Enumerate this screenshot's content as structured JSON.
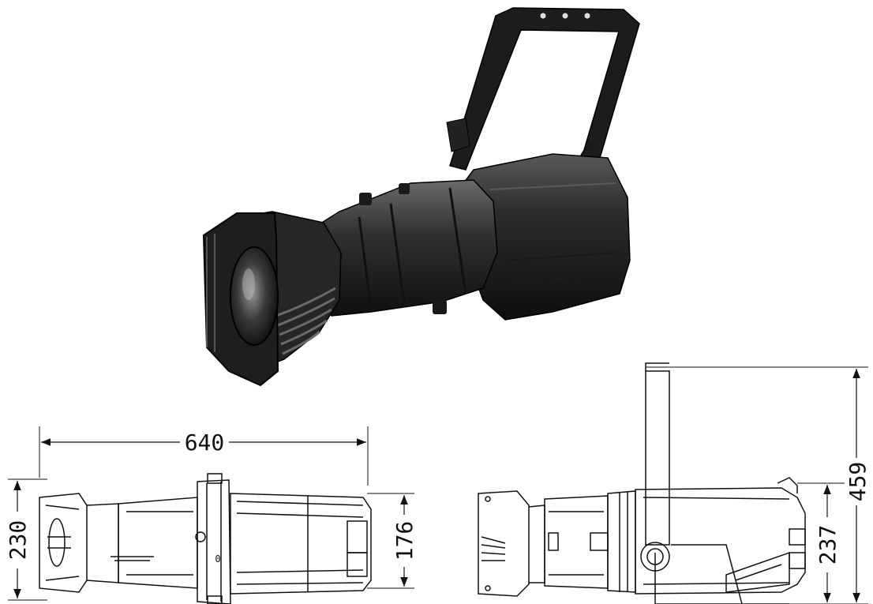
{
  "dimensions": {
    "length": "640",
    "height_front": "230",
    "height_inner": "176",
    "height_body": "237",
    "height_total": "459"
  },
  "text_marks": {
    "side_knob_label": "0"
  },
  "colors": {
    "body": "#2a2a2a",
    "body_dark": "#141414",
    "body_light": "#4a4a4a",
    "highlight": "#7a7a7a",
    "line": "#111111",
    "paper": "#ffffff"
  }
}
